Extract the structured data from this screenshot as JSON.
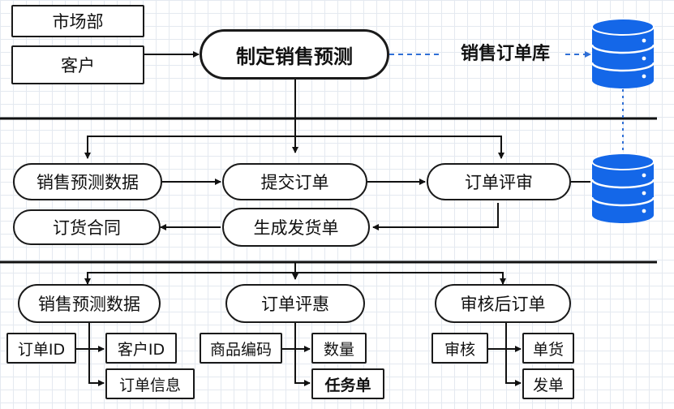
{
  "top": {
    "market_dept": "市场部",
    "customer": "客户",
    "make_forecast": "制定销售预测",
    "order_db": "销售订单库"
  },
  "middle": {
    "forecast_data": "销售预测数据",
    "submit_order": "提交订单",
    "order_review": "订单评审",
    "order_contract": "订货合同",
    "generate_delivery": "生成发货单"
  },
  "bottom": {
    "col1": {
      "header": "销售预测数据",
      "source": "订单ID",
      "items": [
        "客户ID",
        "订单信息"
      ]
    },
    "col2": {
      "header": "订单评惠",
      "source": "商品编码",
      "items": [
        "数量",
        "任务单"
      ]
    },
    "col3": {
      "header": "审核后订单",
      "source": "审核",
      "items": [
        "单货",
        "发单"
      ]
    }
  },
  "colors": {
    "line": "#111111",
    "dashed_link": "#2f6fd6",
    "db_blue": "#1467e8",
    "grid": "#e4e9f0"
  }
}
